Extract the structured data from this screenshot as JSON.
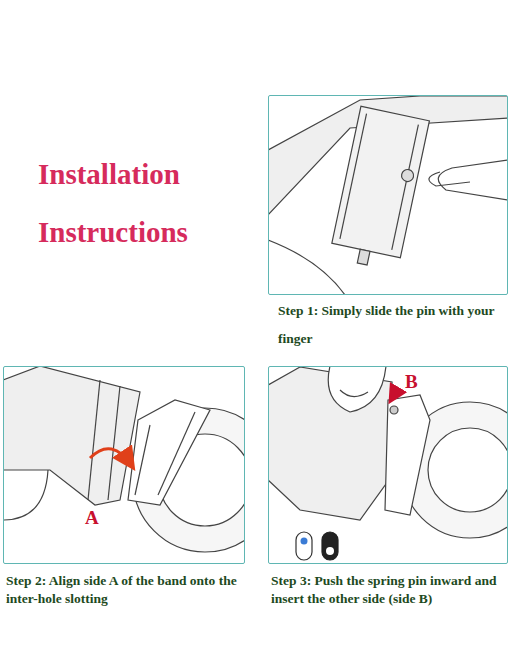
{
  "diagram": {
    "title": "Installation Instructions",
    "nodes": [
      {
        "text": [
          "Step 1: Simply slide the pin with your finger"
        ]
      },
      {
        "text": [
          "Step 2: Align side A of the band onto the inter-hole slotting"
        ]
      },
      {
        "text": [
          "Step 3: Push the spring pin inward and insert the other side (side B)"
        ]
      }
    ],
    "labels": [
      "A",
      "B"
    ]
  }
}
